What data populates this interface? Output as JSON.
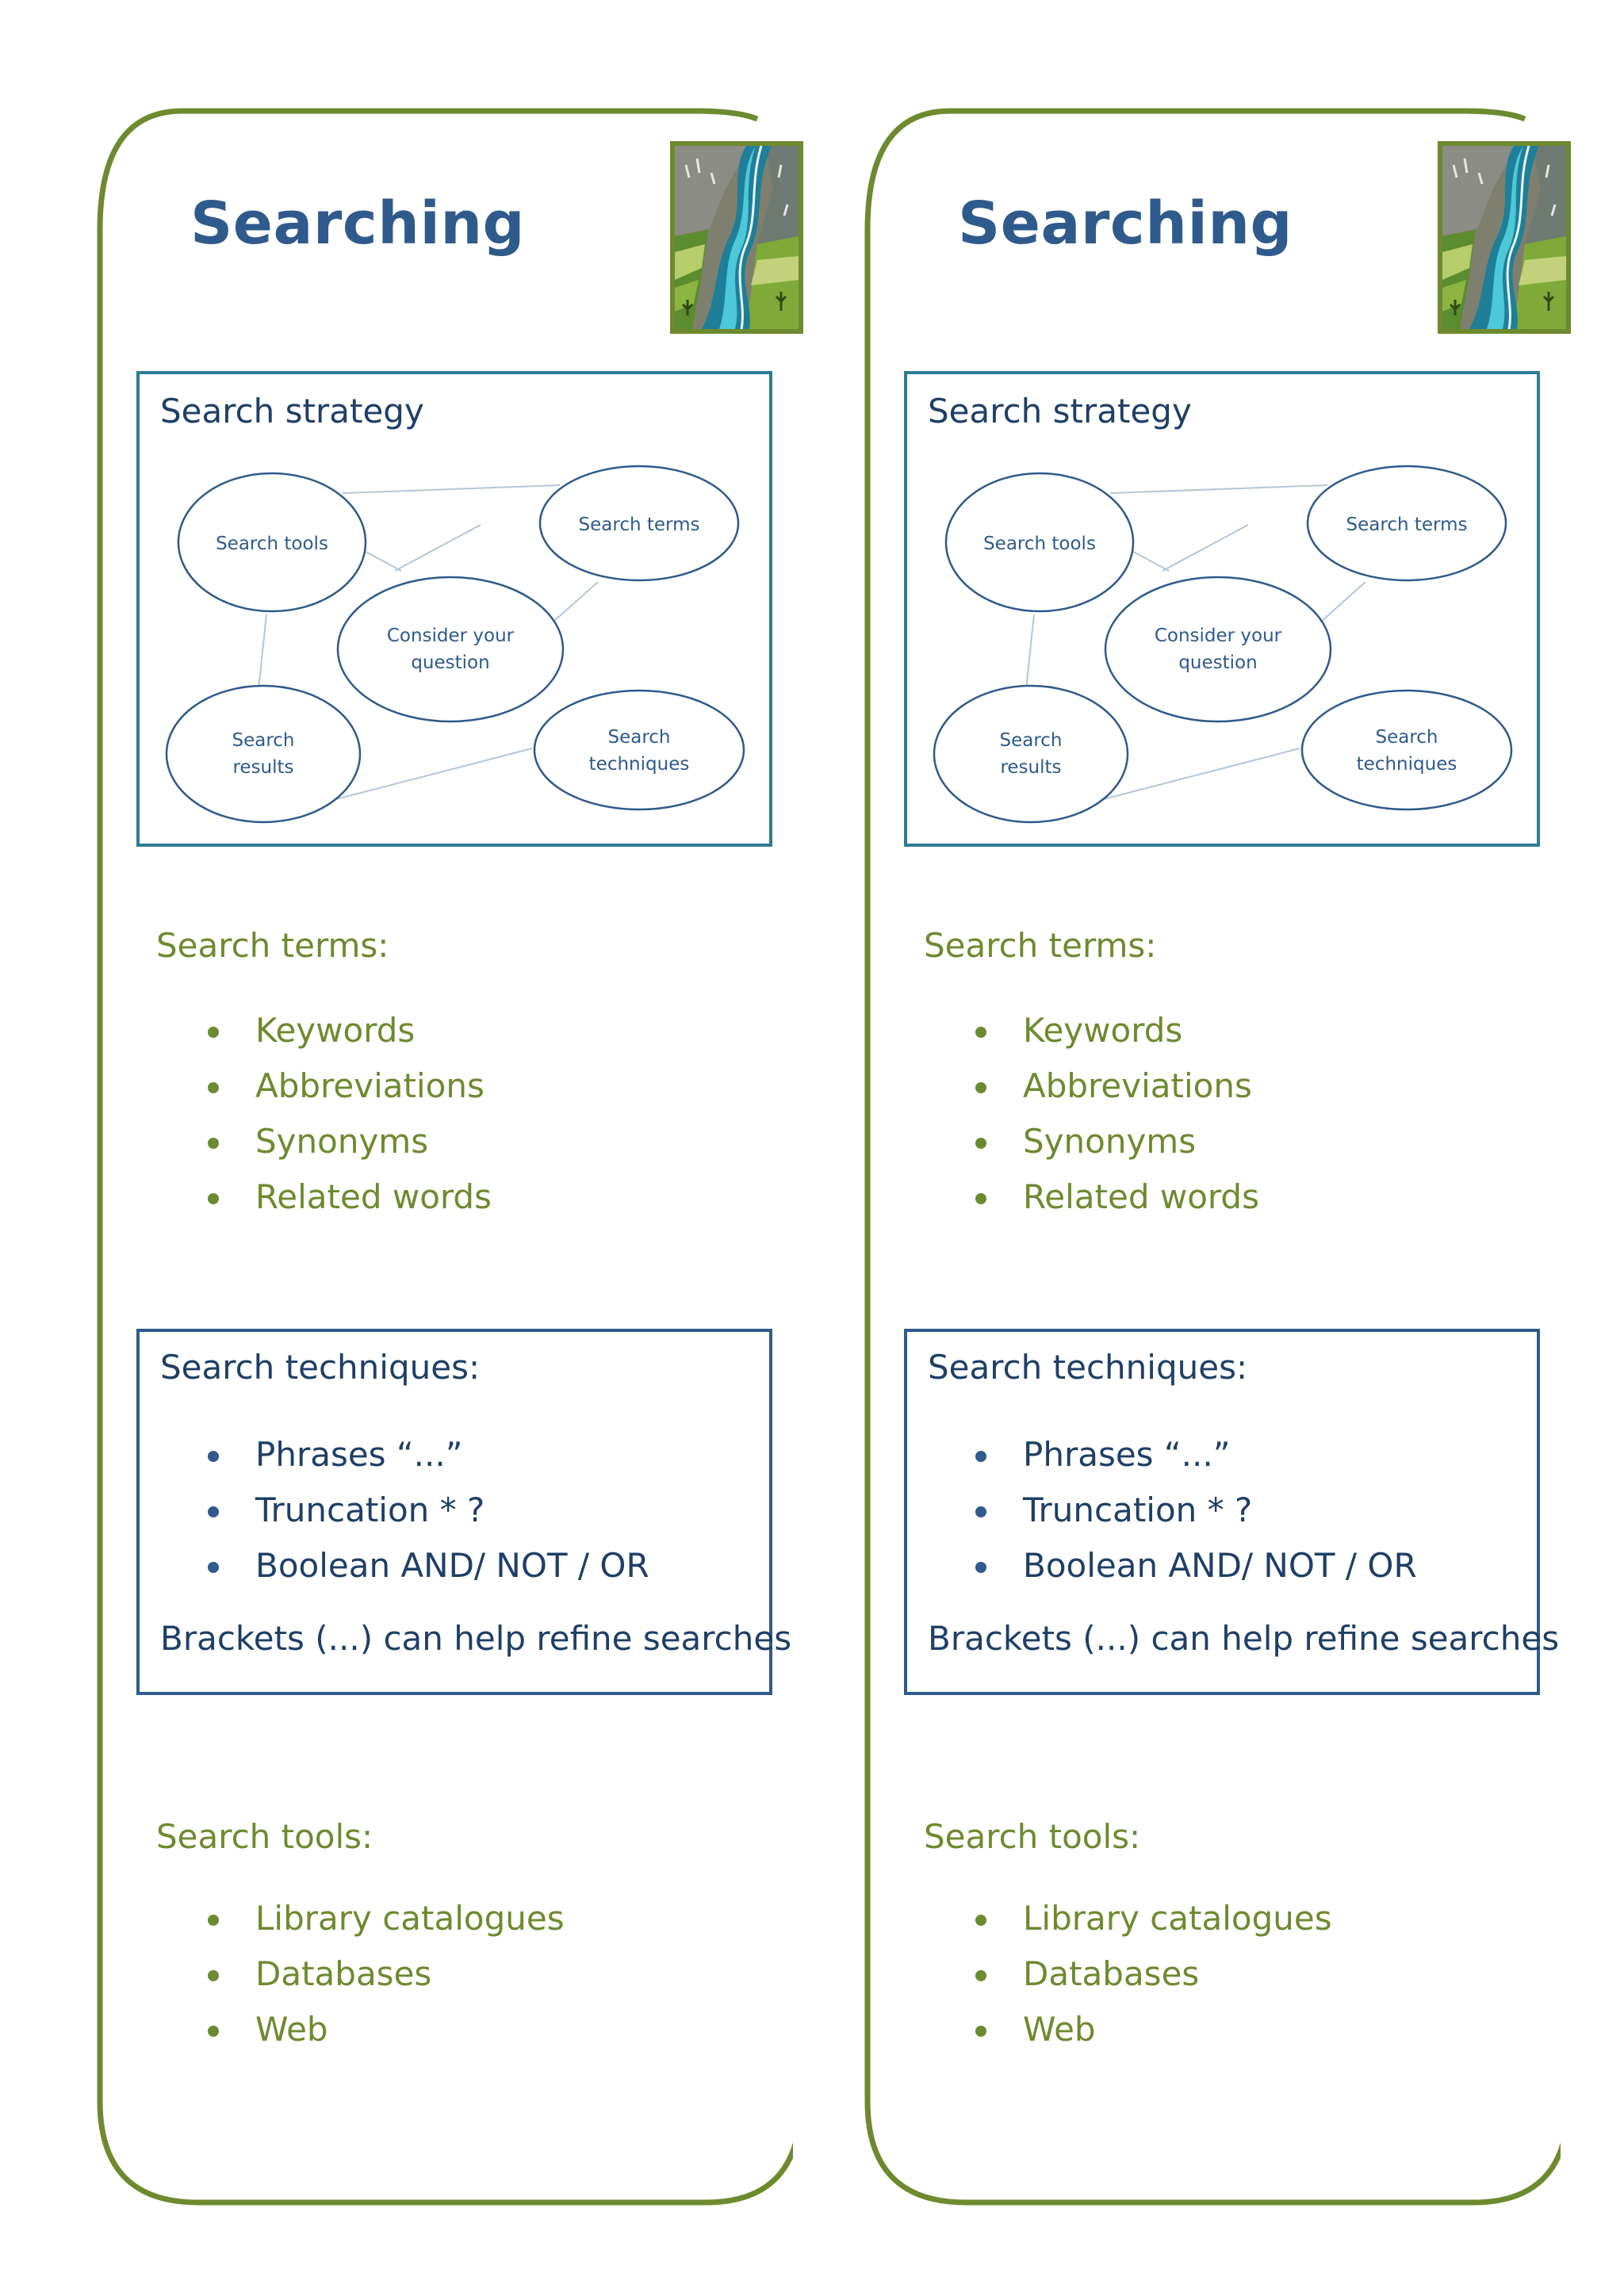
{
  "cards": [
    {
      "title": "Searching",
      "strategy": {
        "title": "Search strategy",
        "nodes": {
          "search_tools": [
            "Search tools"
          ],
          "search_terms": [
            "Search terms"
          ],
          "consider": [
            "Consider your",
            "question"
          ],
          "search_results": [
            "Search",
            "results"
          ],
          "search_techniques": [
            "Search",
            "techniques"
          ]
        }
      },
      "terms": {
        "title": "Search terms:",
        "items": [
          "Keywords",
          "Abbreviations",
          "Synonyms",
          "Related words"
        ]
      },
      "techniques": {
        "title": "Search techniques:",
        "items": [
          "Phrases “...”",
          "Truncation * ?",
          "Boolean AND/ NOT / OR"
        ],
        "note": "Brackets (...) can help refine searches"
      },
      "tools": {
        "title": "Search tools:",
        "items": [
          "Library catalogues",
          "Databases",
          "Web"
        ]
      }
    },
    {
      "title": "Searching",
      "strategy": {
        "title": "Search strategy",
        "nodes": {
          "search_tools": [
            "Search tools"
          ],
          "search_terms": [
            "Search terms"
          ],
          "consider": [
            "Consider your",
            "question"
          ],
          "search_results": [
            "Search",
            "results"
          ],
          "search_techniques": [
            "Search",
            "techniques"
          ]
        }
      },
      "terms": {
        "title": "Search terms:",
        "items": [
          "Keywords",
          "Abbreviations",
          "Synonyms",
          "Related words"
        ]
      },
      "techniques": {
        "title": "Search techniques:",
        "items": [
          "Phrases “...”",
          "Truncation * ?",
          "Boolean AND/ NOT / OR"
        ],
        "note": "Brackets (...) can help refine searches"
      },
      "tools": {
        "title": "Search tools:",
        "items": [
          "Library catalogues",
          "Databases",
          "Web"
        ]
      }
    }
  ],
  "colors": {
    "frame_green": "#6e8a2f",
    "title_blue": "#2f5a8c",
    "diagram_border": "#2e7d92",
    "ellipse_stroke": "#2f5a8c",
    "connector": "#b4c6d8"
  }
}
